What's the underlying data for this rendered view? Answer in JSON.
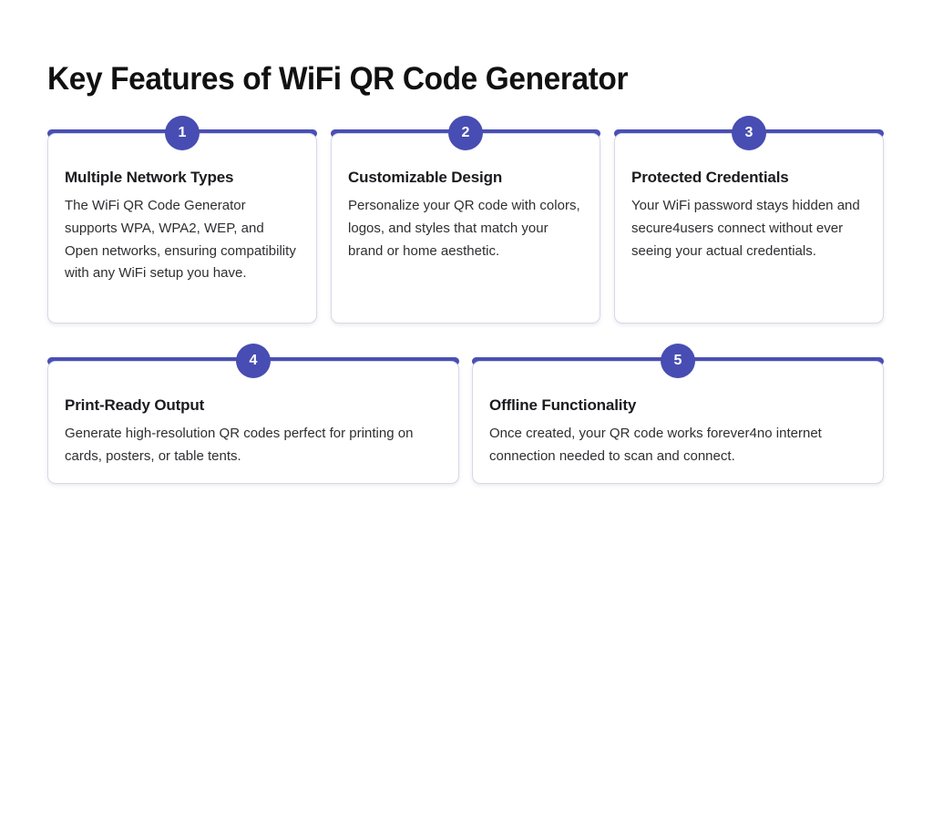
{
  "header": {
    "title": "Key Features of WiFi QR Code Generator"
  },
  "theme": {
    "accent": "#4a50b4",
    "badge_bg": "#474db2",
    "badge_text": "#ffffff",
    "card_bg": "#ffffff",
    "card_border": "#d7d8e8",
    "title_color": "#111111",
    "body_color": "#2f2f33",
    "page_bg": "#ffffff"
  },
  "features": {
    "rows": [
      {
        "cards": [
          {
            "number": "1",
            "title": "Multiple Network Types",
            "body": "The WiFi QR Code Generator supports WPA, WPA2, WEP, and Open networks, ensuring compatibility with any WiFi setup you have."
          },
          {
            "number": "2",
            "title": "Customizable Design",
            "body": "Personalize your QR code with colors, logos, and styles that match your brand or home aesthetic."
          },
          {
            "number": "3",
            "title": "Protected Credentials",
            "body": "Your WiFi password stays hidden and secure4users connect without ever seeing your actual credentials."
          }
        ]
      },
      {
        "cards": [
          {
            "number": "4",
            "title": "Print-Ready Output",
            "body": "Generate high-resolution QR codes perfect for printing on cards, posters, or table tents."
          },
          {
            "number": "5",
            "title": "Offline Functionality",
            "body": "Once created, your QR code works forever4no internet connection needed to scan and connect."
          }
        ]
      }
    ]
  }
}
